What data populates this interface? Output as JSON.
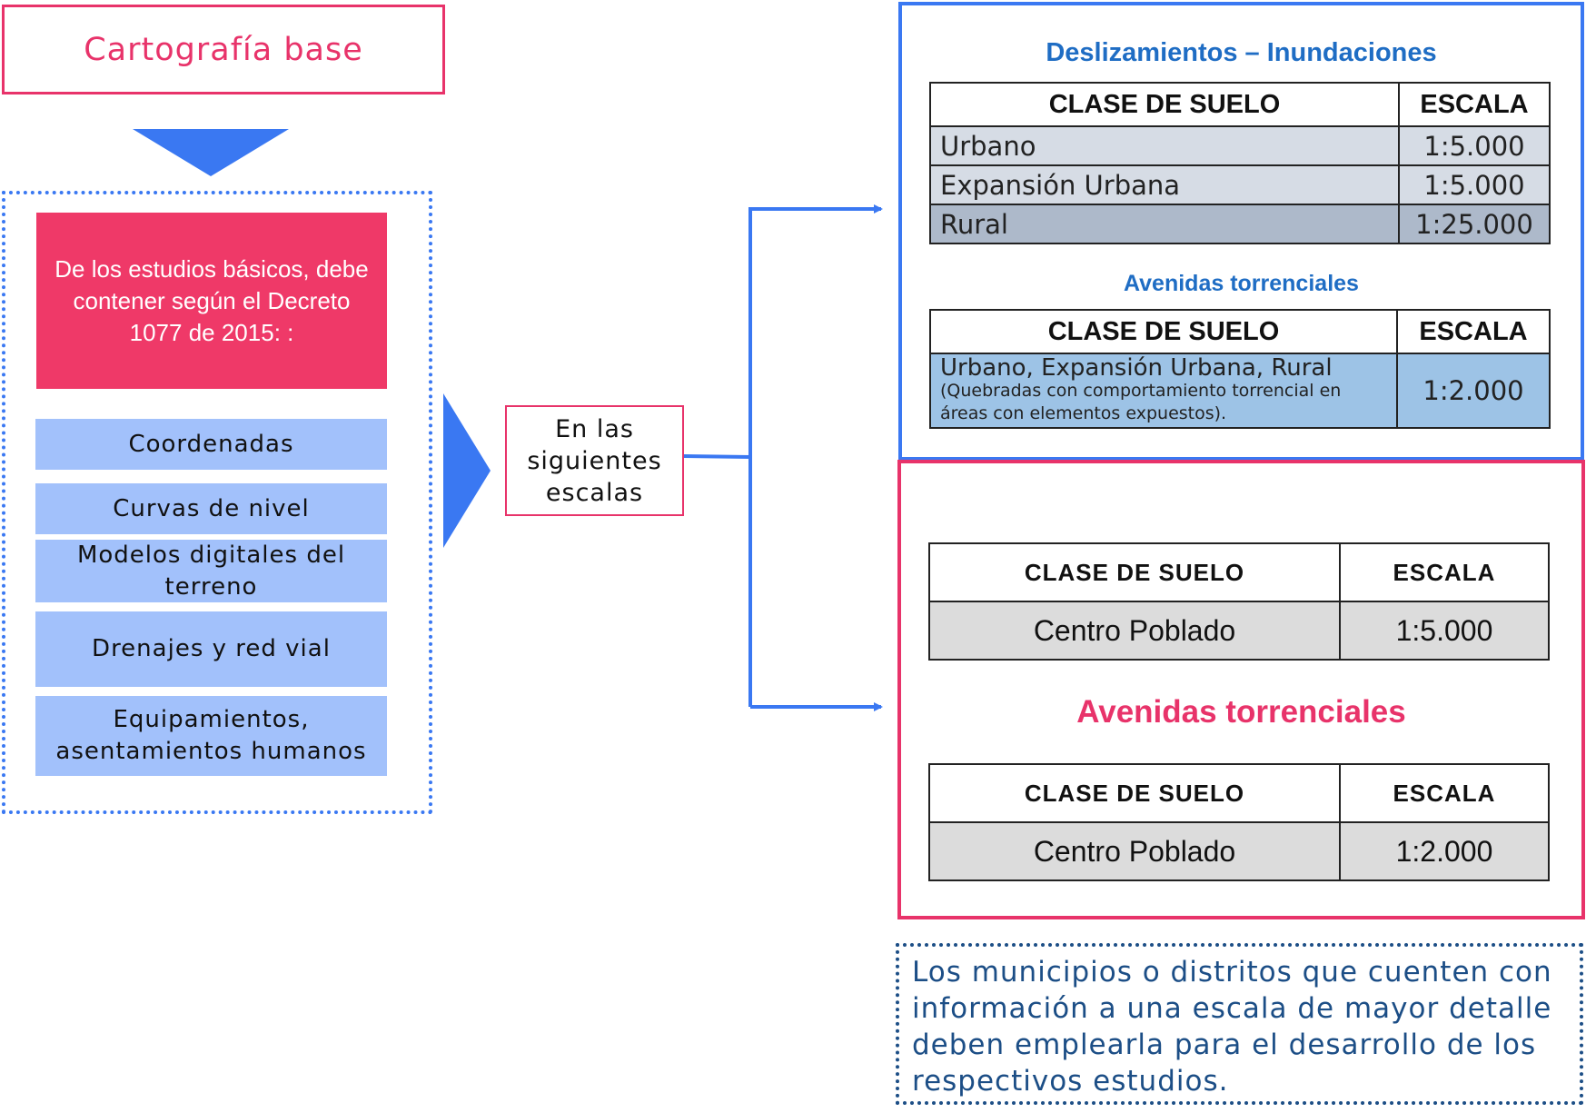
{
  "base_map": {
    "title": "Cartografía base",
    "decree_text": "De los estudios básicos, debe contener según el Decreto 1077 de 2015: :",
    "items": [
      "Coordenadas",
      "Curvas de nivel",
      "Modelos digitales del terreno",
      "Drenajes y red vial",
      "Equipamientos, asentamientos humanos"
    ]
  },
  "connector_label": "En las siguientes escalas",
  "urban_panel": {
    "title": "Deslizamientos – Inundaciones",
    "table1": {
      "headers": [
        "CLASE DE SUELO",
        "ESCALA"
      ],
      "rows": [
        {
          "clase": "Urbano",
          "escala": "1:5.000",
          "color": "#d6dce5"
        },
        {
          "clase": "Expansión Urbana",
          "escala": "1:5.000",
          "color": "#d6dce5"
        },
        {
          "clase": "Rural",
          "escala": "1:25.000",
          "color": "#adb9ca"
        }
      ]
    },
    "subtitle": "Avenidas torrenciales",
    "table2": {
      "headers": [
        "CLASE DE SUELO",
        "ESCALA"
      ],
      "row": {
        "clase_main": "Urbano, Expansión Urbana, Rural",
        "clase_note": "(Quebradas con comportamiento torrencial en áreas con elementos expuestos).",
        "escala": "1:2.000",
        "color": "#9dc3e6"
      }
    }
  },
  "rural_panel": {
    "table1": {
      "headers": [
        "CLASE DE SUELO",
        "ESCALA"
      ],
      "row": {
        "clase": "Centro Poblado",
        "escala": "1:5.000"
      }
    },
    "subtitle": "Avenidas torrenciales",
    "table2": {
      "headers": [
        "CLASE DE SUELO",
        "ESCALA"
      ],
      "row": {
        "clase": "Centro Poblado",
        "escala": "1:2.000"
      }
    }
  },
  "note": "Los municipios o distritos que cuenten con información a una escala de mayor detalle deben emplearla para el desarrollo de los respectivos estudios.",
  "colors": {
    "pink": "#e8336a",
    "blue": "#3a78f2",
    "item_fill": "#a2c1fb",
    "note_text": "#1c4e86"
  }
}
